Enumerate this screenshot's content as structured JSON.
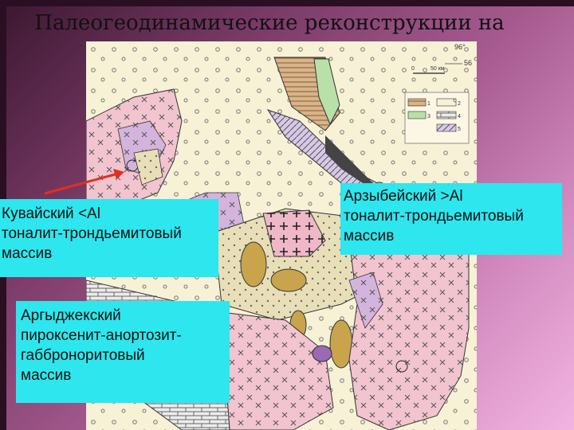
{
  "title": "Палеогеодинамические реконструкции на примере Арзыбейской глыбы",
  "map": {
    "coord_lon": "96°",
    "coord_lat": "56",
    "scale_start": "0",
    "scale_end": "50 км",
    "legend_numbers": [
      "1",
      "2",
      "3",
      "4",
      "5"
    ]
  },
  "callouts": {
    "kuvaisky": [
      "Кувайский <Al",
      "тоналит-трондьемитовый",
      "массив"
    ],
    "arzybeisky": [
      "Арзыбейский >Al",
      "тоналит-трондьемитовый",
      "массив"
    ],
    "argyzhek": [
      "Аргыджекский",
      "пироксенит-анортозит-",
      "габброноритовый",
      "массив"
    ]
  },
  "colors": {
    "callout_bg": "#2ee6ee",
    "arrow": "#e0301e",
    "map_bg": "#f6f2d8"
  }
}
